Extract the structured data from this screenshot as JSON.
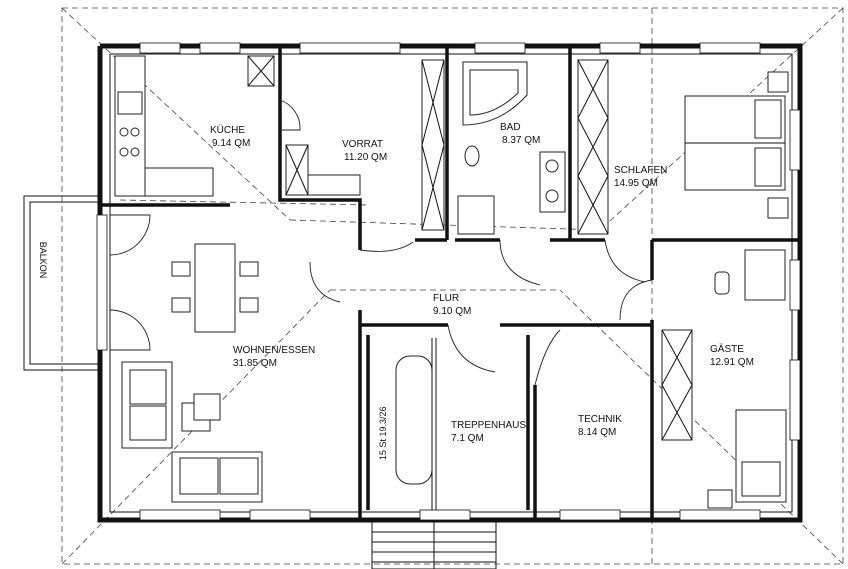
{
  "rooms": {
    "kueche": {
      "name": "KÜCHE",
      "area": "9.14 QM"
    },
    "vorrat": {
      "name": "VORRAT",
      "area": "11.20 QM"
    },
    "bad": {
      "name": "BAD",
      "area": "8.37 QM"
    },
    "schlafen": {
      "name": "SCHLAFEN",
      "area": "14.95 QM"
    },
    "wohnen": {
      "name": "WOHNEN/ESSEN",
      "area": "31.85 QM"
    },
    "flur": {
      "name": "FLUR",
      "area": "9.10 QM"
    },
    "gaeste": {
      "name": "GÄSTE",
      "area": "12.91 QM"
    },
    "treppenhaus": {
      "name": "TREPPENHAUS",
      "area": "7.1 QM"
    },
    "technik": {
      "name": "TECHNIK",
      "area": "8.14 QM"
    }
  },
  "balkon": "BALKON",
  "stair_note": "15 St 19.3/26"
}
